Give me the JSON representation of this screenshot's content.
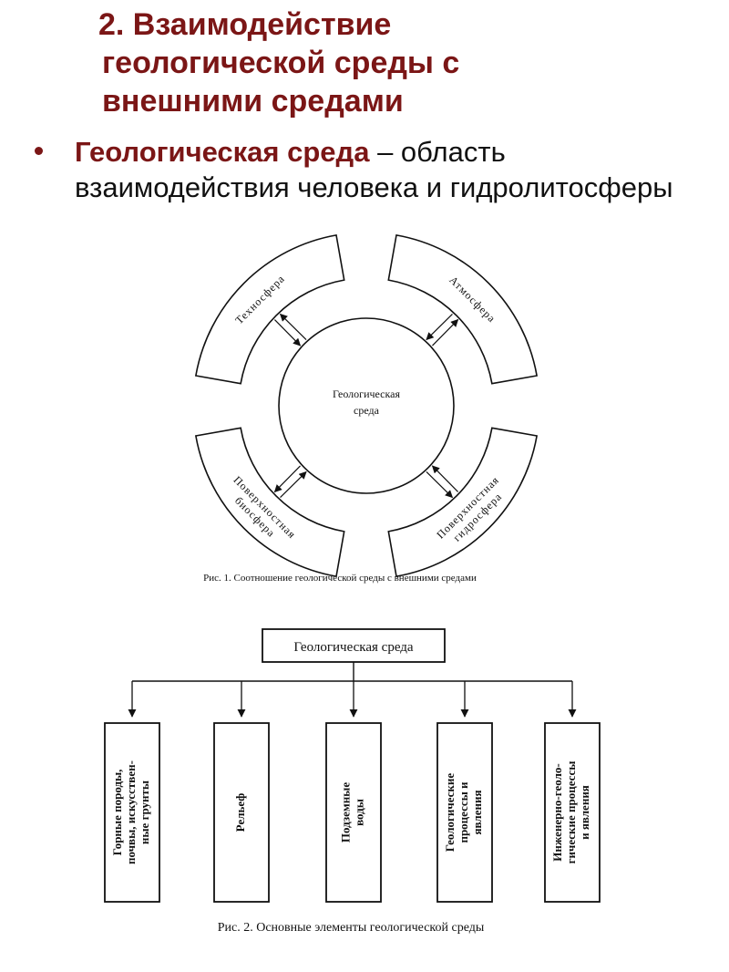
{
  "slide": {
    "title_lines": [
      "2. Взаимодействие",
      "геологической среды с",
      "внешними средами"
    ],
    "bullet": {
      "term": "Геологическая среда",
      "rest": " – область взаимодействия человека и гидролитосферы"
    },
    "colors": {
      "title": "#7b1616",
      "text": "#111111"
    }
  },
  "figure1": {
    "center_label_lines": [
      "Геологическая",
      "среда"
    ],
    "sectors": [
      {
        "lines": [
          "Техносфера"
        ]
      },
      {
        "lines": [
          "Атмосфера"
        ]
      },
      {
        "lines": [
          "Поверхностная",
          "биосфера"
        ]
      },
      {
        "lines": [
          "Поверхностная",
          "гидросфера"
        ]
      }
    ],
    "caption": "Рис. 1. Соотношение геологической среды с внешними средами"
  },
  "figure2": {
    "root_label": "Геологическая среда",
    "children": [
      {
        "lines": [
          "Горные породы,",
          "почвы, искусствен-",
          "ные грунты"
        ]
      },
      {
        "lines": [
          "Рельеф"
        ]
      },
      {
        "lines": [
          "Подземные",
          "воды"
        ]
      },
      {
        "lines": [
          "Геологические",
          "процессы и",
          "явления"
        ]
      },
      {
        "lines": [
          "Инженерно-геоло-",
          "гические процессы",
          "и явления"
        ]
      }
    ],
    "caption": "Рис. 2. Основные элементы геологической среды"
  }
}
